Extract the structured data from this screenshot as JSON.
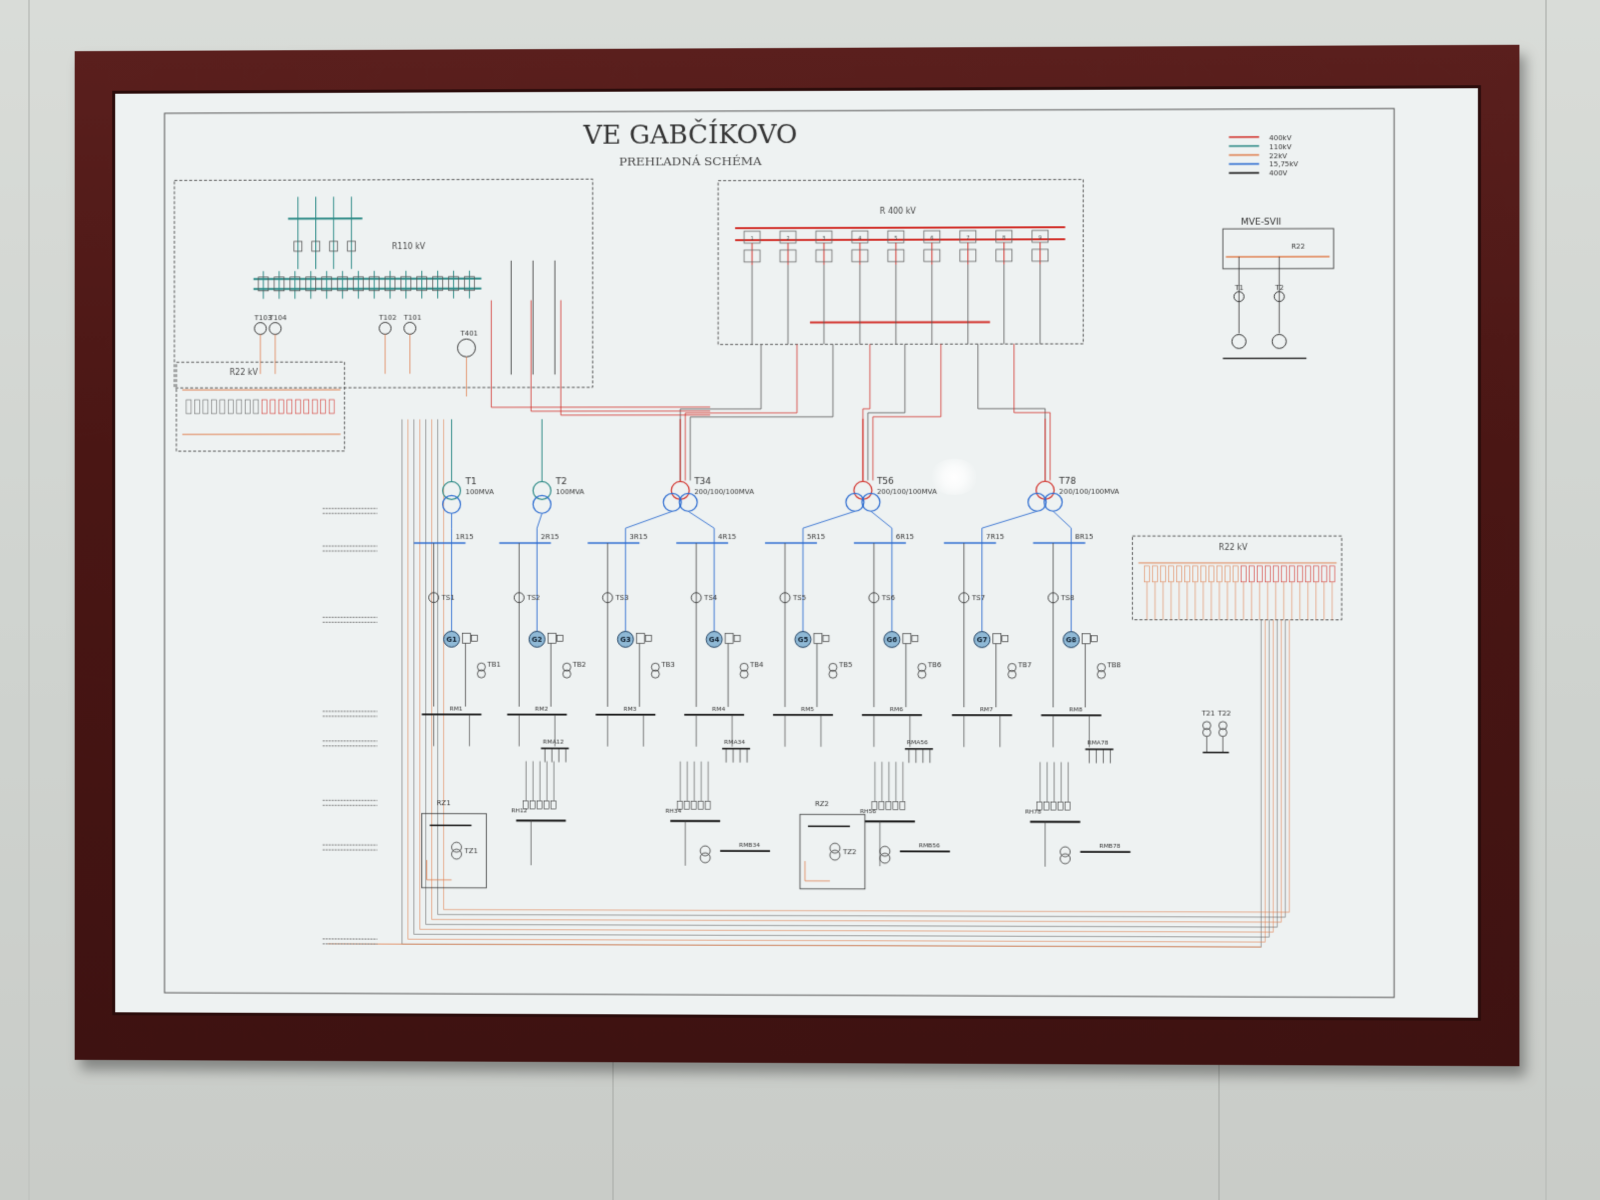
{
  "title": "VE GABČÍKOVO",
  "subtitle": "PREHĽADNÁ SCHÉMA",
  "legend": [
    {
      "label": "400kV",
      "color": "#d2302a"
    },
    {
      "label": "110kV",
      "color": "#2c8a86"
    },
    {
      "label": "22kV",
      "color": "#e08050"
    },
    {
      "label": "15,75kV",
      "color": "#2a6ad0"
    },
    {
      "label": "400V",
      "color": "#111111"
    }
  ],
  "switchyards": {
    "r400": "R 400 kV",
    "r110": "R110 kV",
    "r22_left": "R22 kV",
    "r22_right": "R22 kV",
    "mve": "MVE-SVII",
    "mve_r22": "R22"
  },
  "small_transformers_top": [
    "T103",
    "T104",
    "T102",
    "T101",
    "T401"
  ],
  "mve_transformers": [
    "T1",
    "T2"
  ],
  "main_transformers": [
    {
      "name": "T1",
      "rating": "100MVA"
    },
    {
      "name": "T2",
      "rating": "100MVA"
    },
    {
      "name": "T34",
      "rating": "200/100/100MVA"
    },
    {
      "name": "T56",
      "rating": "200/100/100MVA"
    },
    {
      "name": "T78",
      "rating": "200/100/100MVA"
    }
  ],
  "buses": [
    "1R15",
    "2R15",
    "3R15",
    "4R15",
    "5R15",
    "6R15",
    "7R15",
    "8R15"
  ],
  "station_transformers": [
    "TS1",
    "TS2",
    "TS3",
    "TS4",
    "TS5",
    "TS6",
    "TS7",
    "TS8"
  ],
  "generators": [
    "G1",
    "G2",
    "G3",
    "G4",
    "G5",
    "G6",
    "G7",
    "G8"
  ],
  "block_transformers": [
    "TB1",
    "TB2",
    "TB3",
    "TB4",
    "TB5",
    "TB6",
    "TB7",
    "TB8"
  ],
  "rm": [
    "RM1",
    "RM2",
    "RM3",
    "RM4",
    "RM5",
    "RM6",
    "RM7",
    "RM8"
  ],
  "rma": [
    "RMA12",
    "RMA34",
    "RMA56",
    "RMA78"
  ],
  "rh": [
    "RH12",
    "RH34",
    "RH56",
    "RH78"
  ],
  "rmb": [
    "RMB34",
    "RMB56",
    "RMB78"
  ],
  "rz": [
    "RZ1",
    "RZ2"
  ],
  "tz": [
    "TZ1",
    "TZ2"
  ],
  "t2x": [
    "T21",
    "T22"
  ]
}
